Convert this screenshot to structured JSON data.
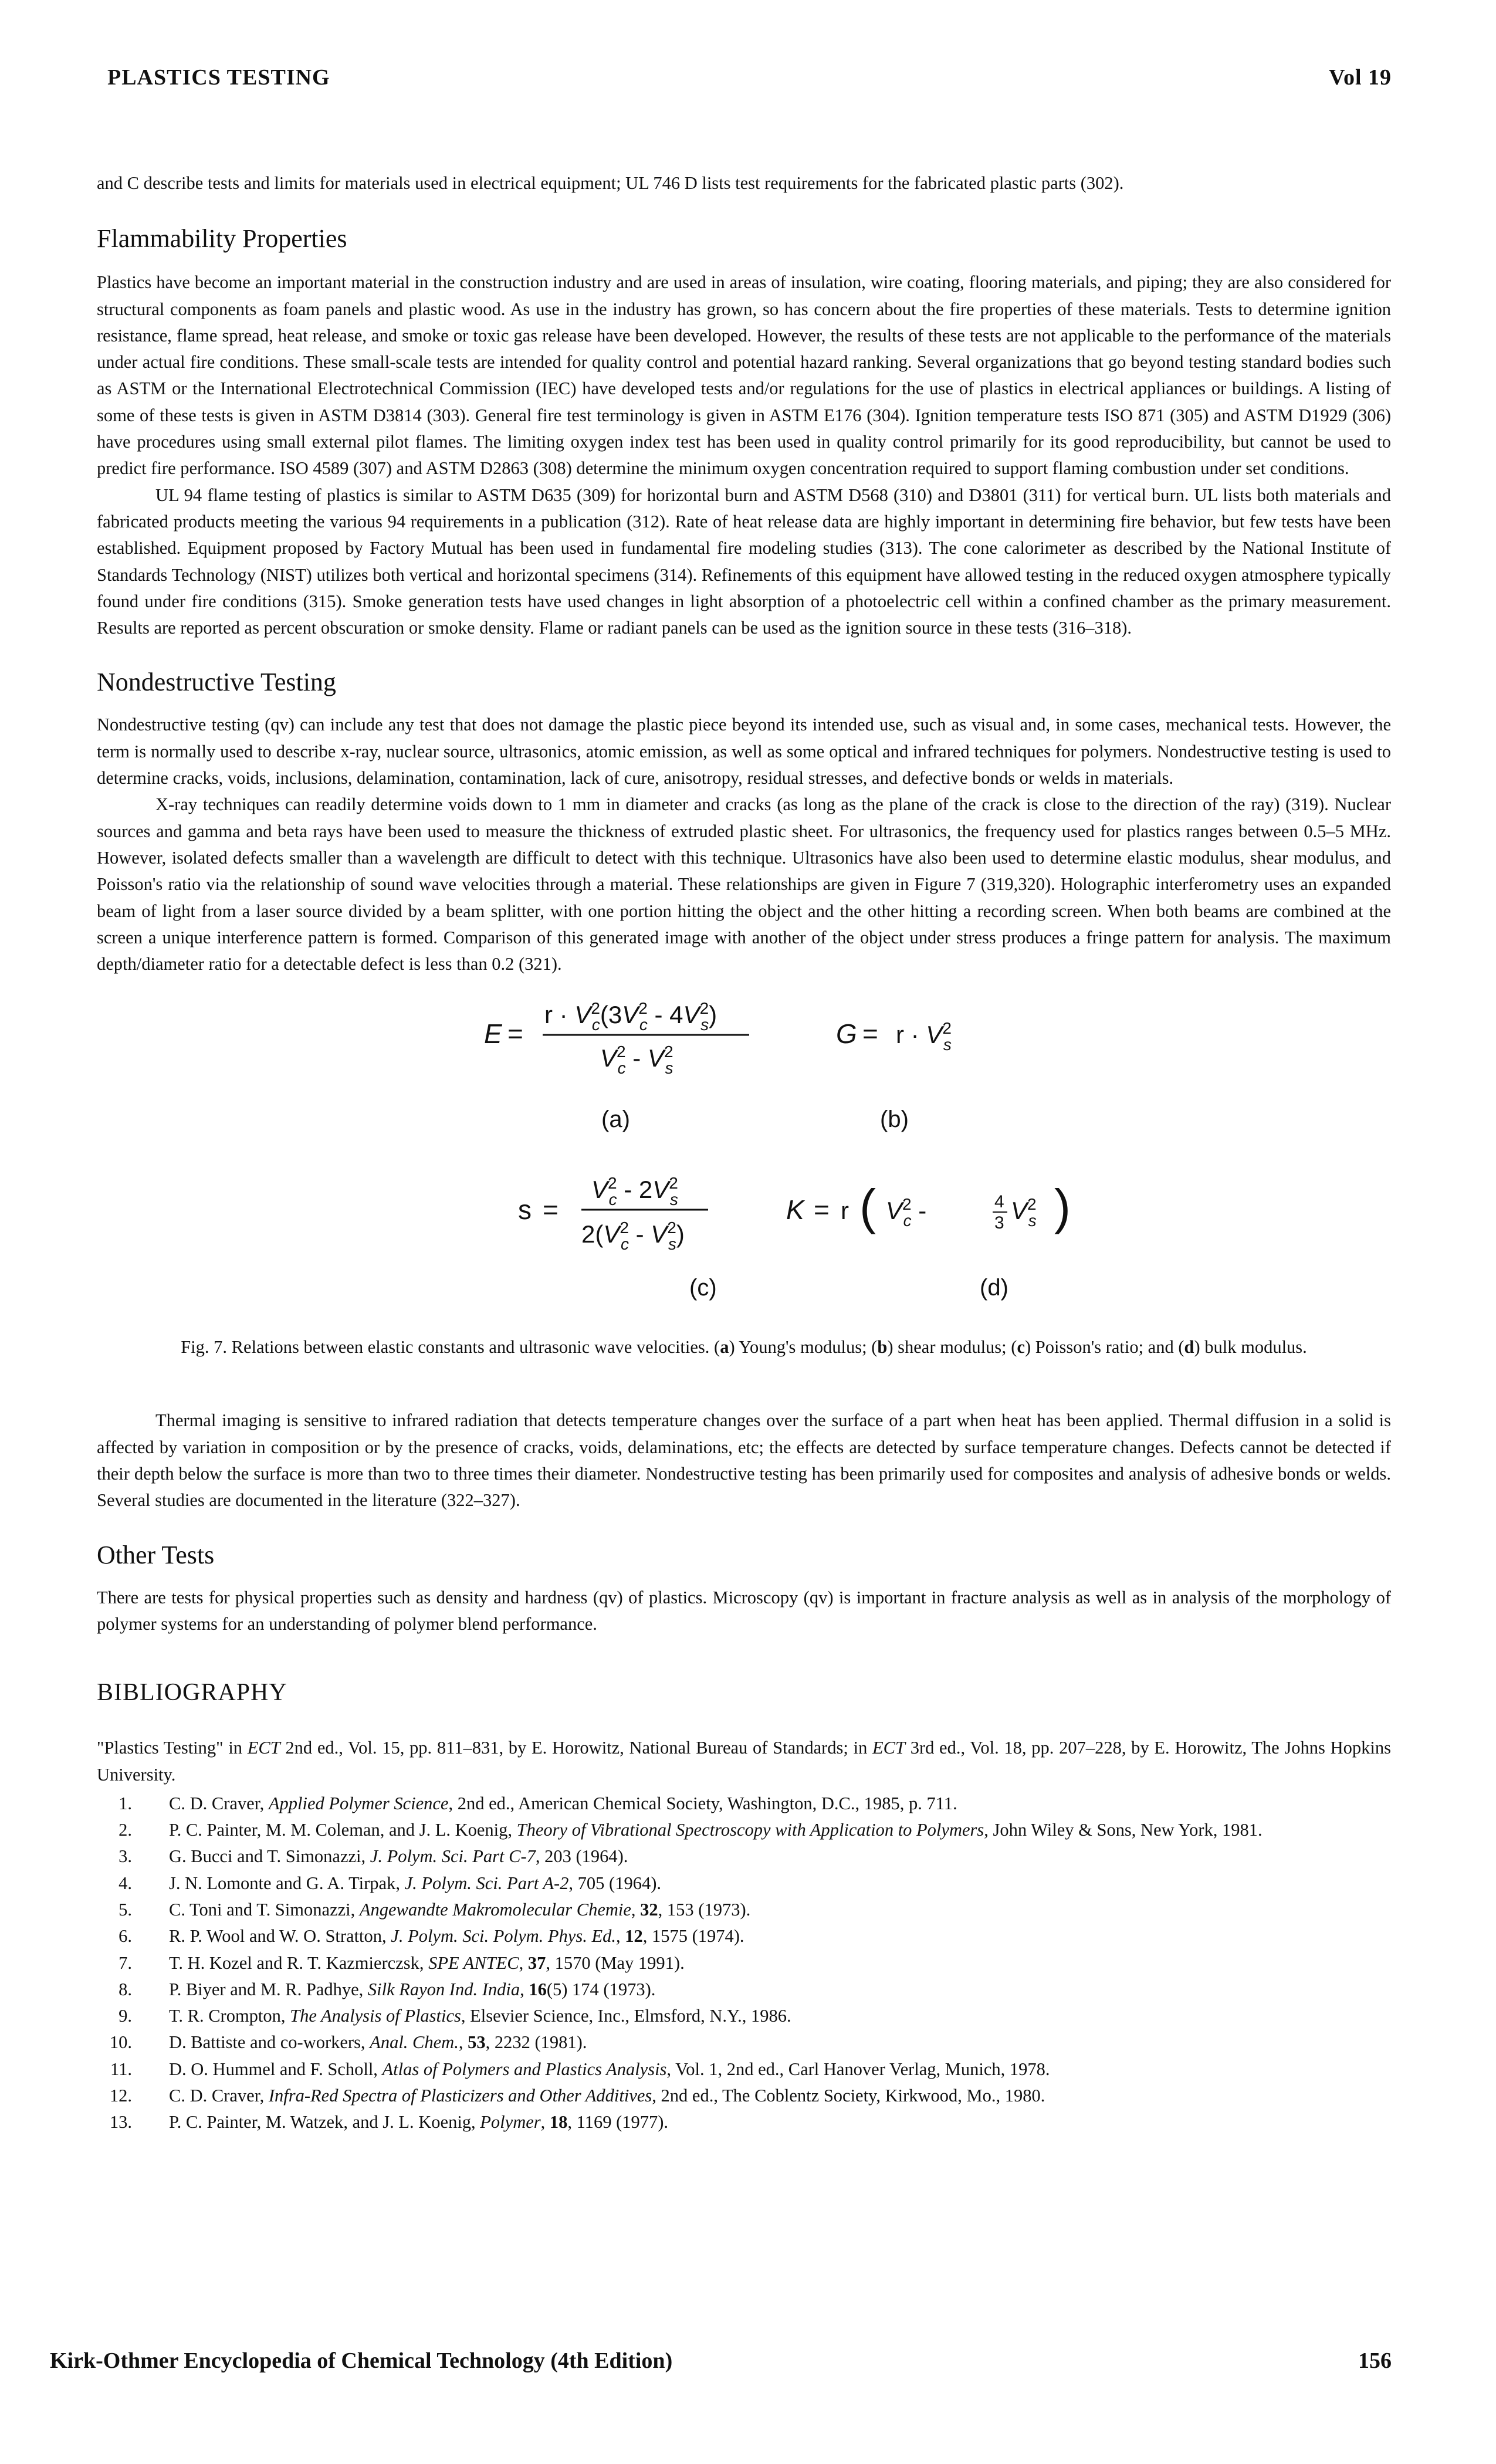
{
  "header": {
    "left": "PLASTICS TESTING",
    "right": "Vol 19"
  },
  "footer": {
    "left": "Kirk-Othmer Encyclopedia of Chemical Technology (4th Edition)",
    "right": "156"
  },
  "intro_para": "and C describe tests and limits for materials used in electrical equipment; UL 746 D lists test requirements for the fabricated plastic parts (302).",
  "sections": {
    "flammability": {
      "heading": "Flammability Properties",
      "p1": "Plastics have become an important material in the construction industry and are used in areas of insulation, wire coating, flooring materials, and piping; they are also considered for structural components as foam panels and plastic wood. As use in the industry has grown, so has concern about the fire properties of these materials. Tests to determine ignition resistance, flame spread, heat release, and smoke or toxic gas release have been developed. However, the results of these tests are not applicable to the performance of the materials under actual fire conditions. These small-scale tests are intended for quality control and potential hazard ranking. Several organizations that go beyond testing standard bodies such as ASTM or the International Electrotechnical Commission (IEC) have developed tests and/or regulations for the use of plastics in electrical appliances or buildings. A listing of some of these tests is given in ASTM D3814 (303). General fire test terminology is given in ASTM E176 (304). Ignition temperature tests ISO 871 (305) and ASTM D1929 (306) have procedures using small external pilot flames. The limiting oxygen index test has been used in quality control primarily for its good reproducibility, but cannot be used to predict fire performance. ISO 4589 (307) and ASTM D2863 (308) determine the minimum oxygen concentration required to support flaming combustion under set conditions.",
      "p2": "UL 94 flame testing of plastics is similar to ASTM D635 (309) for horizontal burn and ASTM D568 (310) and D3801 (311) for vertical burn. UL lists both materials and fabricated products meeting the various 94 requirements in a publication (312). Rate of heat release data are highly important in determining fire behavior, but few tests have been established. Equipment proposed by Factory Mutual has been used in fundamental fire modeling studies (313). The cone calorimeter as described by the National Institute of Standards Technology (NIST) utilizes both vertical and horizontal specimens (314). Refinements of this equipment have allowed testing in the reduced oxygen atmosphere typically found under fire conditions (315). Smoke generation tests have used changes in light absorption of a photoelectric cell within a confined chamber as the primary measurement. Results are reported as percent obscuration or smoke density. Flame or radiant panels can be used as the ignition source in these tests (316–318)."
    },
    "nondestructive": {
      "heading": "Nondestructive Testing",
      "p1": "Nondestructive testing (qv) can include any test that does not damage the plastic piece beyond its intended use, such as visual and, in some cases, mechanical tests. However, the term is normally used to describe x-ray, nuclear source, ultrasonics, atomic emission, as well as some optical and infrared techniques for polymers. Nondestructive testing is used to determine cracks, voids, inclusions, delamination, contamination, lack of cure, anisotropy, residual stresses, and defective bonds or welds in materials.",
      "p2": "X-ray techniques can readily determine voids down to 1 mm in diameter and cracks (as long as the plane of the crack is close to the direction of the ray) (319). Nuclear sources and gamma and beta rays have been used to measure the thickness of extruded plastic sheet. For ultrasonics, the frequency used for plastics ranges between 0.5–5 MHz. However, isolated defects smaller than a wavelength are difficult to detect with this technique. Ultrasonics have also been used to determine elastic modulus, shear modulus, and Poisson's ratio via the relationship of sound wave velocities through a material. These relationships are given in Figure 7 (319,320). Holographic interferometry uses an expanded beam of light from a laser source divided by a beam splitter, with one portion hitting the object and the other hitting a recording screen. When both beams are combined at the screen a unique interference pattern is formed. Comparison of this generated image with another of the object under stress produces a fringe pattern for analysis. The maximum depth/diameter ratio for a detectable defect is less than 0.2 (321).",
      "p3": "Thermal imaging is sensitive to infrared radiation that detects temperature changes over the surface of a part when heat has been applied. Thermal diffusion in a solid is affected by variation in composition or by the presence of cracks, voids, delaminations, etc; the effects are detected by surface temperature changes. Defects cannot be detected if their depth below the surface is more than two to three times their diameter. Nondestructive testing has been primarily used for composites and analysis of adhesive bonds or welds. Several studies are documented in the literature (322–327)."
    },
    "other": {
      "heading": "Other Tests",
      "p1": "There are tests for physical properties such as density and hardness (qv) of plastics. Microscopy (qv) is important in fracture analysis as well as in analysis of the morphology of polymer systems for an understanding of polymer blend performance."
    }
  },
  "figure": {
    "eq_a_lhs": "E",
    "eq_b_lhs": "G",
    "eq_c_lhs": "s",
    "eq_d_lhs": "K",
    "labels": [
      "(a)",
      "(b)",
      "(c)",
      "(d)"
    ],
    "caption_prefix": "Fig. 7. Relations between elastic constants and ultrasonic wave velocities. (",
    "caption_a": "a",
    "caption_a_text": ") Young's modulus; (",
    "caption_b": "b",
    "caption_b_text": ") shear modulus; (",
    "caption_c": "c",
    "caption_c_text": ") Poisson's ratio; and (",
    "caption_d": "d",
    "caption_d_text": ") bulk modulus."
  },
  "bibliography": {
    "heading": "BIBLIOGRAPHY",
    "intro": {
      "t1": "\"Plastics Testing\" in ",
      "i1": "ECT",
      "t2": " 2nd ed., Vol. 15, pp. 811–831, by E. Horowitz, National Bureau of Standards; in ",
      "i2": "ECT",
      "t3": " 3rd ed., Vol. 18, pp. 207–228, by E. Horowitz, The Johns Hopkins University."
    },
    "refs": [
      {
        "num": "1.",
        "pre": "C. D. Craver, ",
        "ital": "Applied Polymer Science",
        "bold": "",
        "post": ", 2nd ed., American Chemical Society, Washington, D.C., 1985, p. 711."
      },
      {
        "num": "2.",
        "pre": "P. C. Painter, M. M. Coleman, and J. L. Koenig, ",
        "ital": "Theory of Vibrational Spectroscopy with Application to Polymers",
        "bold": "",
        "post": ", John Wiley & Sons, New York, 1981."
      },
      {
        "num": "3.",
        "pre": "G. Bucci and T. Simonazzi, ",
        "ital": "J. Polym. Sci. Part C-7",
        "bold": "",
        "post": ", 203 (1964)."
      },
      {
        "num": "4.",
        "pre": "J. N. Lomonte and G. A. Tirpak, ",
        "ital": "J. Polym. Sci. Part A-2",
        "bold": "",
        "post": ", 705 (1964)."
      },
      {
        "num": "5.",
        "pre": "C. Toni and T. Simonazzi, ",
        "ital": "Angewandte Makromolecular Chemie",
        "bold": "32",
        "post": ", 153 (1973)."
      },
      {
        "num": "6.",
        "pre": "R. P. Wool and W. O. Stratton, ",
        "ital": "J. Polym. Sci. Polym. Phys. Ed.",
        "bold": "12",
        "post": ", 1575 (1974)."
      },
      {
        "num": "7.",
        "pre": "T. H. Kozel and R. T. Kazmierczsk, ",
        "ital": "SPE ANTEC",
        "bold": "37",
        "post": ", 1570 (May 1991)."
      },
      {
        "num": "8.",
        "pre": "P. Biyer and M. R. Padhye, ",
        "ital": "Silk Rayon Ind. India",
        "bold": "16",
        "post": "(5) 174 (1973)."
      },
      {
        "num": "9.",
        "pre": "T. R. Crompton, ",
        "ital": "The Analysis of Plastics",
        "bold": "",
        "post": ", Elsevier Science, Inc., Elmsford, N.Y., 1986."
      },
      {
        "num": "10.",
        "pre": "D. Battiste and co-workers, ",
        "ital": "Anal. Chem.",
        "bold": "53",
        "post": ", 2232 (1981)."
      },
      {
        "num": "11.",
        "pre": "D. O. Hummel and F. Scholl, ",
        "ital": "Atlas of Polymers and Plastics Analysis",
        "bold": "",
        "post": ", Vol. 1, 2nd ed., Carl Hanover Verlag, Munich, 1978."
      },
      {
        "num": "12.",
        "pre": "C. D. Craver, ",
        "ital": "Infra-Red Spectra of Plasticizers and Other Additives",
        "bold": "",
        "post": ", 2nd ed., The Coblentz Society, Kirkwood, Mo., 1980."
      },
      {
        "num": "13.",
        "pre": "P. C. Painter, M. Watzek, and J. L. Koenig, ",
        "ital": "Polymer",
        "bold": "18",
        "post": ", 1169 (1977)."
      }
    ]
  }
}
